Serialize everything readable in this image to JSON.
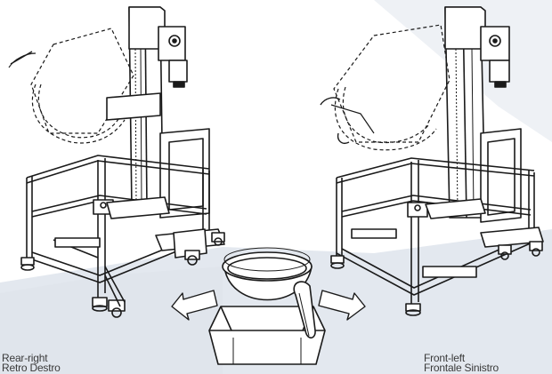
{
  "captions": {
    "left": {
      "line1": "Rear-right",
      "line2": "Retro Destro"
    },
    "right": {
      "line1": "Front-left",
      "line2": "Frontale Sinistro"
    }
  },
  "colors": {
    "line": "#1a1a1a",
    "floor_band": "#e3e8ef",
    "floor_band_light": "#eef1f5",
    "background": "#ffffff"
  },
  "figure": {
    "views": [
      "rear-right-lifter-view",
      "front-left-lifter-view"
    ],
    "center_item": "mixing-bowl-on-base",
    "direction_indicators": [
      "arrow-left",
      "arrow-right"
    ]
  }
}
